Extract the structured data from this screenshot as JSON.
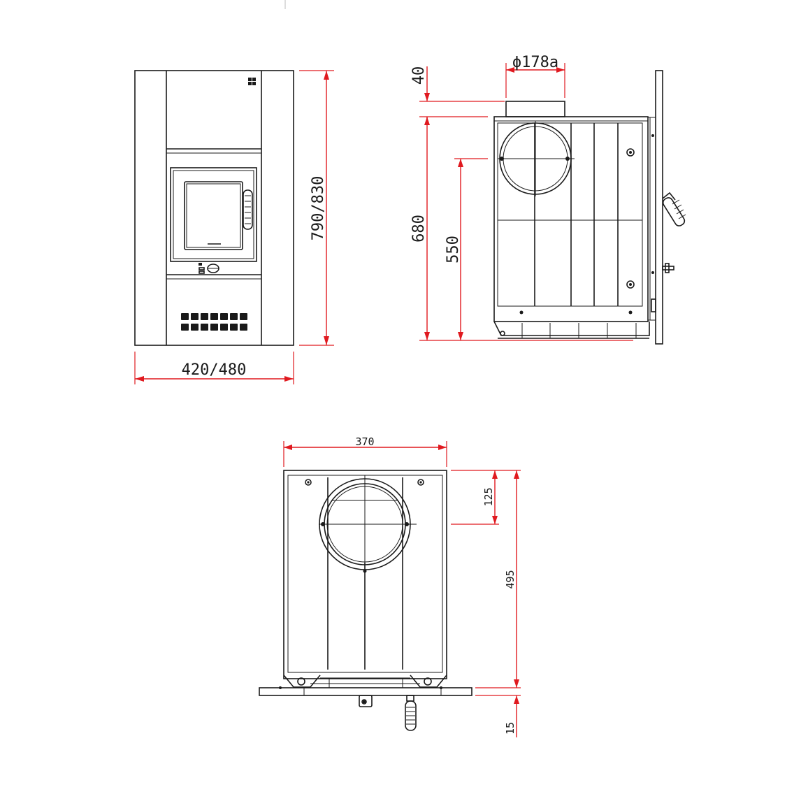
{
  "dimensions": {
    "front_width": "420/480",
    "front_height": "790/830",
    "side_top_offset": "40",
    "side_flue_diameter": "ϕ178a",
    "side_height": "680",
    "side_flue_height": "550",
    "top_width": "370",
    "top_flue_offset": "125",
    "top_depth": "495",
    "top_plate": "15"
  },
  "colors": {
    "dimension_line": "#e0191f",
    "drawing_line": "#1a1a1a",
    "background": "#ffffff"
  }
}
